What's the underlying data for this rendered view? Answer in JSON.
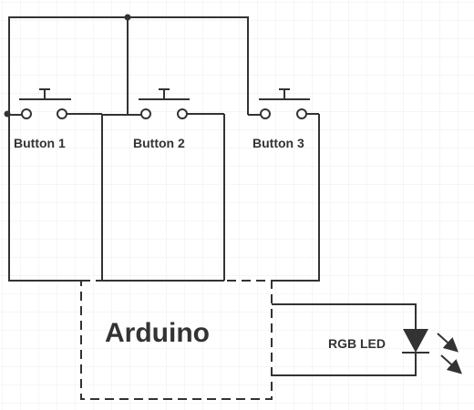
{
  "diagram": {
    "buttons": [
      {
        "label": "Button 1"
      },
      {
        "label": "Button 2"
      },
      {
        "label": "Button 3"
      }
    ],
    "arduino_label": "Arduino",
    "led_label": "RGB LED",
    "colors": {
      "wire": "#333333",
      "grid": "#e4e4e4",
      "background": "#ffffff"
    },
    "icons": {
      "switch": "pushbutton-switch-icon",
      "led": "led-diode-icon",
      "light": "light-emission-arrows-icon"
    }
  }
}
